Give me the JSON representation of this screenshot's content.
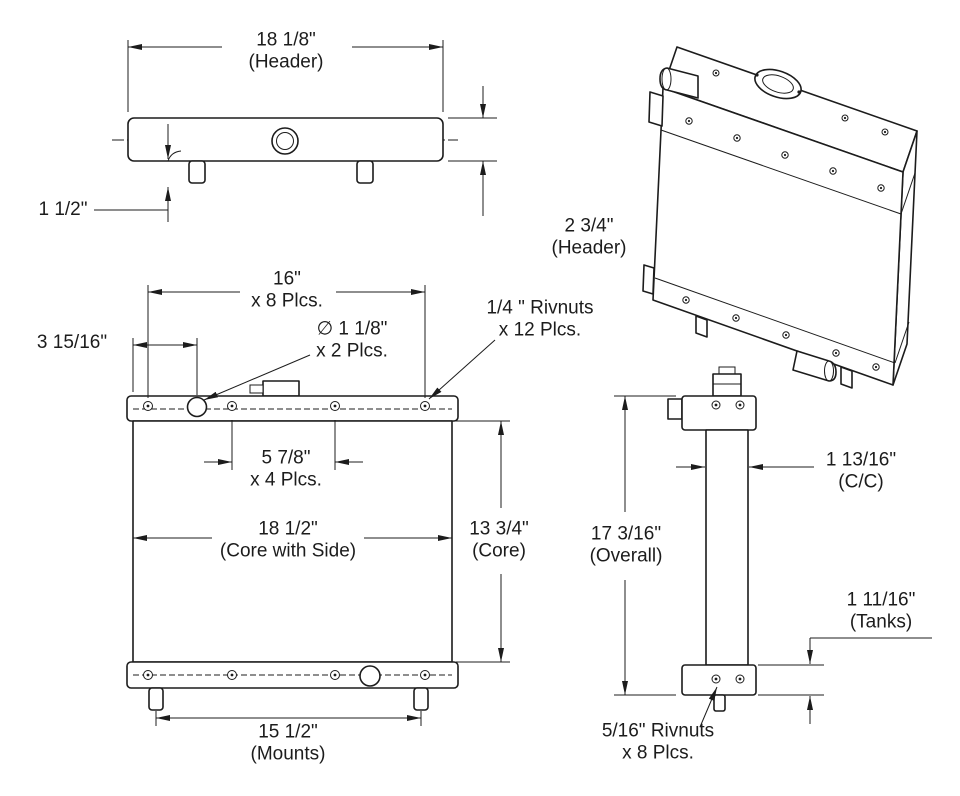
{
  "drawing": {
    "type": "radiator-dimension-drawing",
    "background_color": "#ffffff",
    "line_color": "#1c1c1c"
  },
  "labels": {
    "header_width": {
      "value": "18 1/8\"",
      "note": "(Header)"
    },
    "header_offset": {
      "value": "1 1/2\""
    },
    "header_height": {
      "value": "2 3/4\"",
      "note": "(Header)"
    },
    "rivnut_spacing": {
      "value": "16\"",
      "note": "x 8 Plcs."
    },
    "hole_offset": {
      "value": "3 15/16\""
    },
    "hole_diameter": {
      "value": "∅ 1 1/8\"",
      "note": "x 2 Plcs."
    },
    "rivnuts_quarter": {
      "value": "1/4 \" Rivnuts",
      "note": "x 12 Plcs."
    },
    "inner_spacing": {
      "value": "5 7/8\"",
      "note": "x 4 Plcs."
    },
    "core_width": {
      "value": "18 1/2\"",
      "note": "(Core with Side)"
    },
    "core_height": {
      "value": "13 3/4\"",
      "note": "(Core)"
    },
    "overall_height": {
      "value": "17 3/16\"",
      "note": "(Overall)"
    },
    "tube_cc": {
      "value": "1 13/16\"",
      "note": "(C/C)"
    },
    "tank_height": {
      "value": "1 11/16\"",
      "note": "(Tanks)"
    },
    "mount_spacing": {
      "value": "15 1/2\"",
      "note": "(Mounts)"
    },
    "rivnuts_516": {
      "value": "5/16\" Rivnuts",
      "note": "x 8 Plcs."
    }
  }
}
